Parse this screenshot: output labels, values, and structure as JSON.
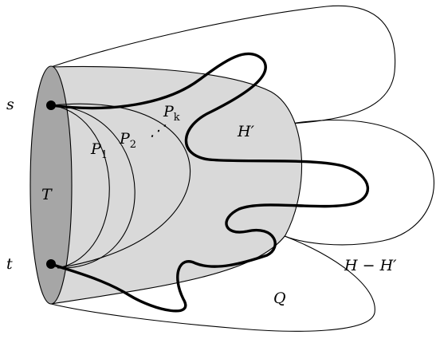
{
  "labels": {
    "s": "s",
    "t": "t",
    "T": "T",
    "P1": {
      "base": "P",
      "sub": "1"
    },
    "P2": {
      "base": "P",
      "sub": "2"
    },
    "Pk": {
      "base": "P",
      "sub": "k"
    },
    "ellipsis": "⋰",
    "H_prime": "H′",
    "H_minus_H_prime": "H − H′",
    "Q": "Q"
  },
  "colors": {
    "region_fill": "#d9d9d9",
    "T_fill": "#a6a6a6",
    "stroke": "#000000",
    "background": "#ffffff"
  }
}
